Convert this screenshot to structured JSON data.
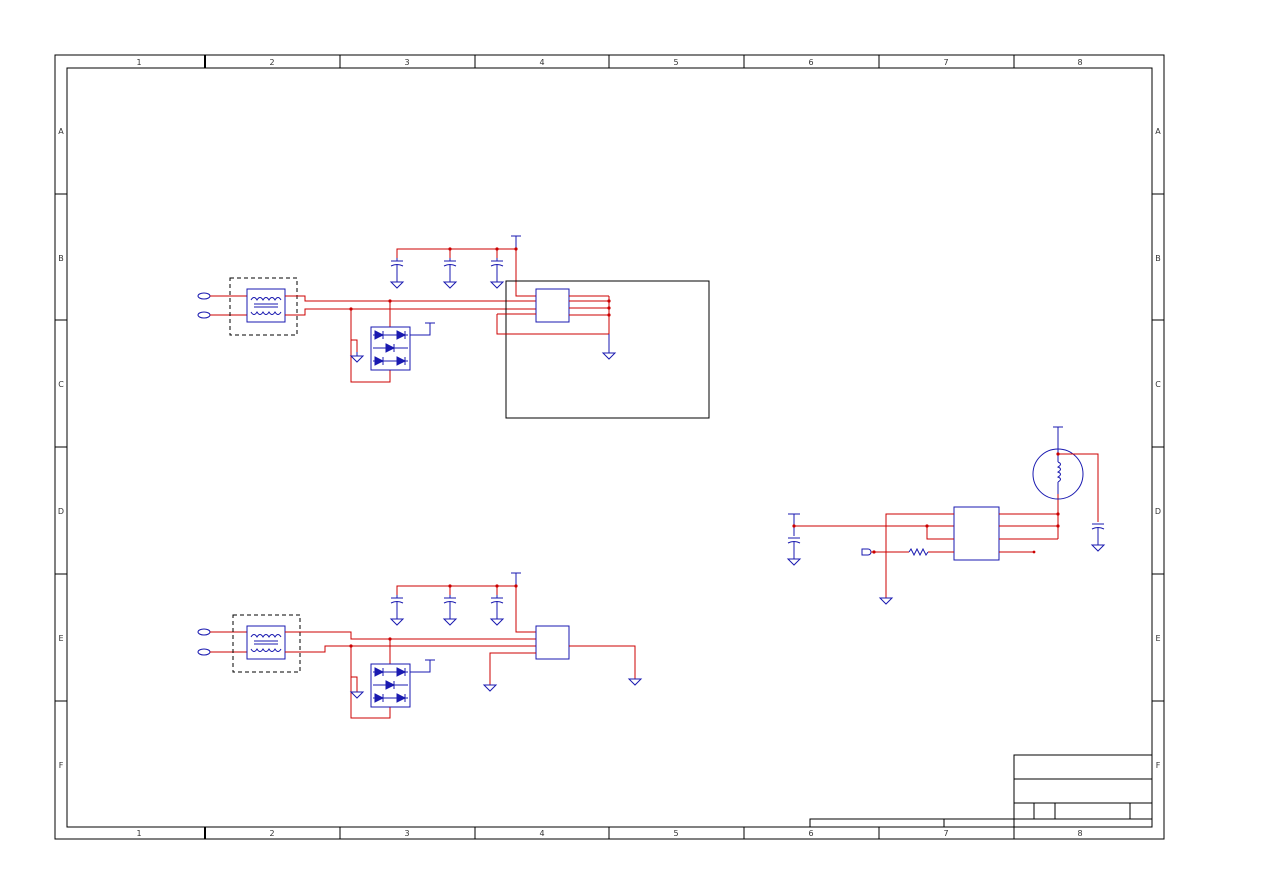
{
  "frame": {
    "columns": [
      "1",
      "2",
      "3",
      "4",
      "5",
      "6",
      "7",
      "8"
    ],
    "rows": [
      "A",
      "B",
      "C",
      "D",
      "E",
      "F"
    ]
  }
}
